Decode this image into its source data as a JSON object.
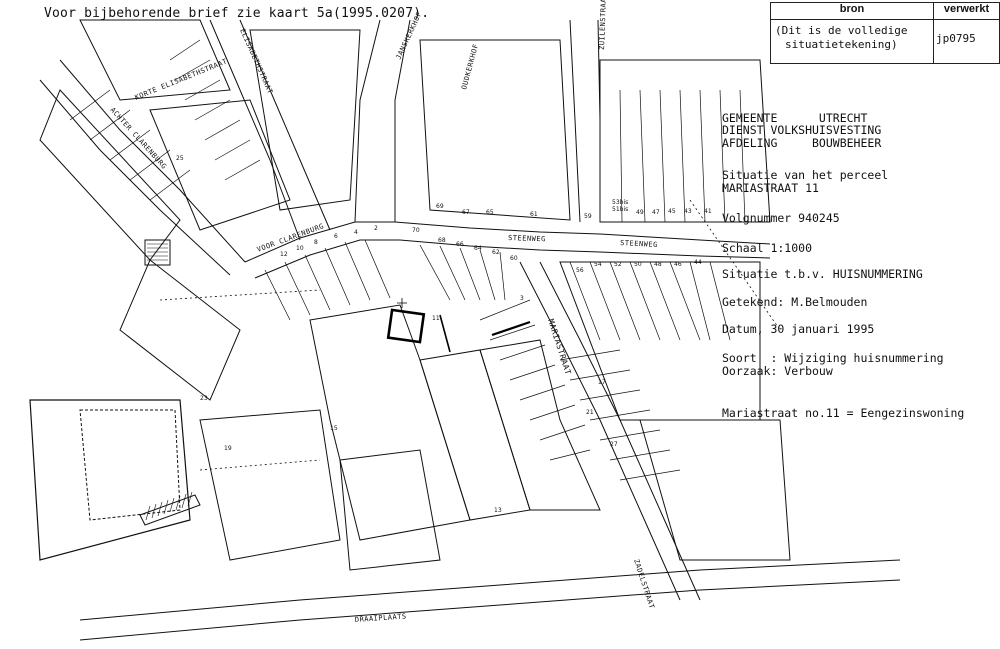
{
  "note": "Voor bijbehorende brief zie kaart 5a(1995.0207).",
  "source_table": {
    "header_bron": "bron",
    "header_verwerkt": "verwerkt",
    "bron_line1": "(Dit is de volledige",
    "bron_line2": "situatietekening)",
    "verwerkt_value": "jp0795"
  },
  "info": {
    "gemeente": "GEMEENTE      UTRECHT",
    "dienst": "DIENST VOLKSHUISVESTING",
    "afdeling": "AFDELING     BOUWBEHEER",
    "situatie_line1": "Situatie van het perceel",
    "situatie_line2": "MARIASTRAAT 11",
    "volgnummer": "Volgnummer 940245",
    "schaal": "Schaal 1:1000",
    "situatie_doel": "Situatie t.b.v. HUISNUMMERING",
    "getekend": "Getekend: M.Belmouden",
    "datum": "Datum, 30 januari 1995",
    "soort": "Soort  : Wijziging huisnummering",
    "oorzaak": "Oorzaak: Verbouw",
    "resultaat": "Mariastraat no.11 = Eengezinswoning"
  },
  "map_labels": {
    "korte_elisabethstraat": "KORTE ELISABETHSTRAAT",
    "achter_clarenburg": "ACHTER CLARENBURG",
    "voor_clarenburg": "VOOR CLARENBURG",
    "elisabethstraat": "ELISABETHSTRAAT",
    "steenweg": "STEENWEG",
    "steenweg2": "STEENWEG",
    "mariastraat": "MARIASTRAAT",
    "zuilenstraat": "ZUILENSTRAAT",
    "oudkerkhof": "OUDKERKHOF",
    "jacobikerkhof": "JANSKERKHOF",
    "zadelstraat": "ZADELSTRAAT",
    "plaats": "DRAAIPLAATS",
    "num_53bis": "53bis",
    "num_51bis": "51bis",
    "num_59": "59",
    "num_61": "61",
    "num_65": "65",
    "num_67": "67",
    "num_69": "69",
    "num_49": "49",
    "num_47": "47",
    "num_45": "45",
    "num_43": "43",
    "num_41": "41",
    "num_60": "60",
    "num_62": "62",
    "num_64": "64",
    "num_66": "66",
    "num_68": "68",
    "num_70": "70",
    "num_44": "44",
    "num_46": "46",
    "num_48": "48",
    "num_50": "50",
    "num_52": "52",
    "num_54": "54",
    "num_56": "56",
    "num_3": "3",
    "num_11": "11",
    "num_13": "13",
    "num_15": "15",
    "num_17": "17",
    "num_19": "19",
    "num_21": "21",
    "num_23": "23",
    "num_25": "25",
    "num_27": "27",
    "num_12": "12",
    "num_10": "10",
    "num_8": "8",
    "num_6": "6",
    "num_4": "4",
    "num_2": "2"
  }
}
